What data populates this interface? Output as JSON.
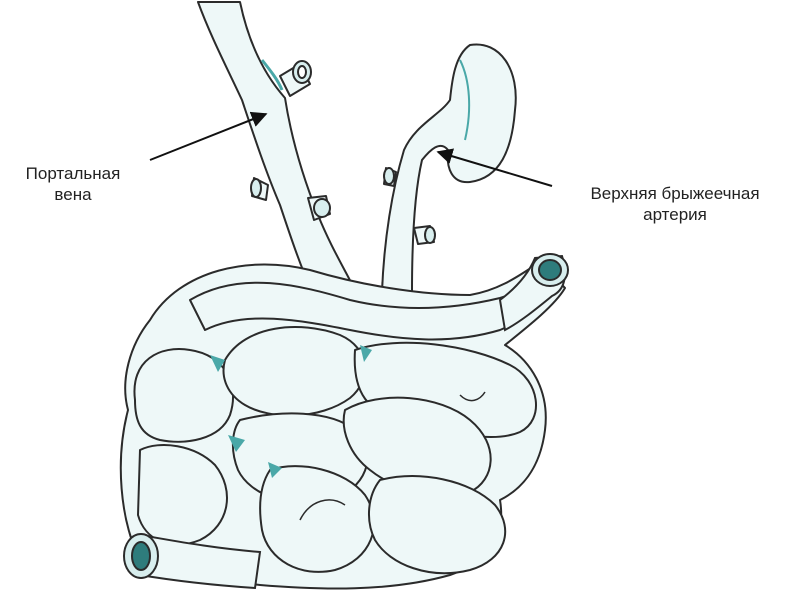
{
  "labels": {
    "portal_vein": {
      "line1": "Портальная",
      "line2": "вена"
    },
    "superior_mesenteric_artery": {
      "line1": "Верхняя брыжеечная",
      "line2": "артерия"
    }
  },
  "colors": {
    "outline": "#2b2b2b",
    "tissue_fill": "#eef8f8",
    "shadow_teal": "#4aa8a8",
    "arrow": "#111111"
  }
}
